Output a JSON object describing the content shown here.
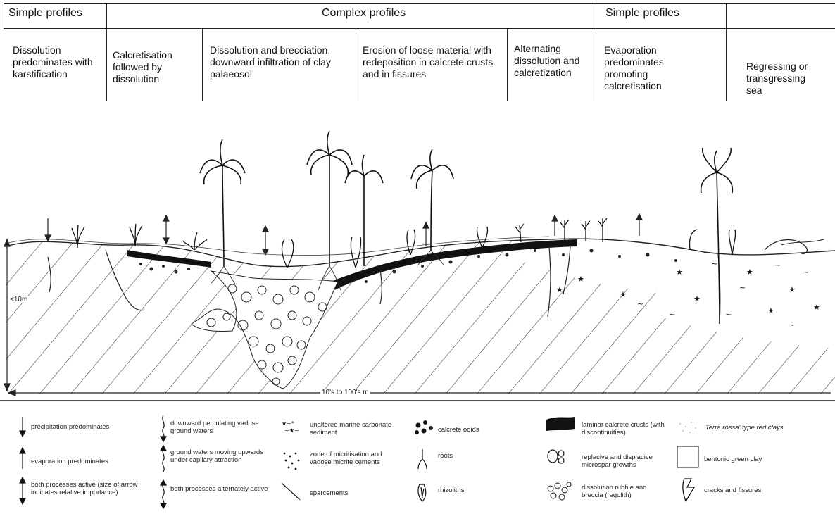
{
  "header": {
    "groups": [
      {
        "label": "Simple profiles"
      },
      {
        "label": "Complex profiles"
      },
      {
        "label": "Simple profiles"
      }
    ],
    "processes": [
      {
        "label": "Dissolution predominates with karstification"
      },
      {
        "label": "Calcretisation followed by dissolution"
      },
      {
        "label": "Dissolution and brecciation, downward infiltration of clay palaeosol"
      },
      {
        "label": "Erosion of loose material with redeposition in calcrete crusts and in fissures"
      },
      {
        "label": "Alternating dissolution and calcretization"
      },
      {
        "label": "Evaporation predominates promoting calcretisation"
      },
      {
        "label": "Regressing or transgressing sea"
      }
    ]
  },
  "scale": {
    "depth_label": "<10m",
    "width_label": "10's to 100's m"
  },
  "legend": {
    "items": [
      {
        "label": "precipitation predominates",
        "icon": "down-arrow-icon"
      },
      {
        "label": "evaporation predominates",
        "icon": "up-arrow-icon"
      },
      {
        "label": "both processes active (size of arrow indicates relative importance)",
        "icon": "double-arrow-icon"
      },
      {
        "label": "downward perculating vadose ground waters",
        "icon": "wavy-down-arrow-icon"
      },
      {
        "label": "ground waters moving upwards under capilary attraction",
        "icon": "wavy-up-arrow-icon"
      },
      {
        "label": "both processes alternately active",
        "icon": "wavy-double-arrow-icon"
      },
      {
        "label": "unaltered marine carbonate sediment",
        "icon": "marine-sediment-icon"
      },
      {
        "label": "zone of micritisation and vadose micrite cements",
        "icon": "micrite-zone-icon"
      },
      {
        "label": "sparcements",
        "icon": "spar-line-icon"
      },
      {
        "label": "calcrete ooids",
        "icon": "ooids-icon"
      },
      {
        "label": "roots",
        "icon": "roots-icon"
      },
      {
        "label": "rhizoliths",
        "icon": "rhizolith-icon"
      },
      {
        "label": "laminar calcrete crusts (with discontinuities)",
        "icon": "laminar-crust-icon"
      },
      {
        "label": "replacive and displacive microspar growths",
        "icon": "microspar-icon"
      },
      {
        "label": "dissolution rubble and breccia (regolith)",
        "icon": "breccia-icon"
      },
      {
        "label": "'Terra rossa' type red clays",
        "icon": "terra-rossa-icon"
      },
      {
        "label": "bentonic green clay",
        "icon": "green-clay-box-icon"
      },
      {
        "label": "cracks and fissures",
        "icon": "crack-icon"
      }
    ]
  }
}
